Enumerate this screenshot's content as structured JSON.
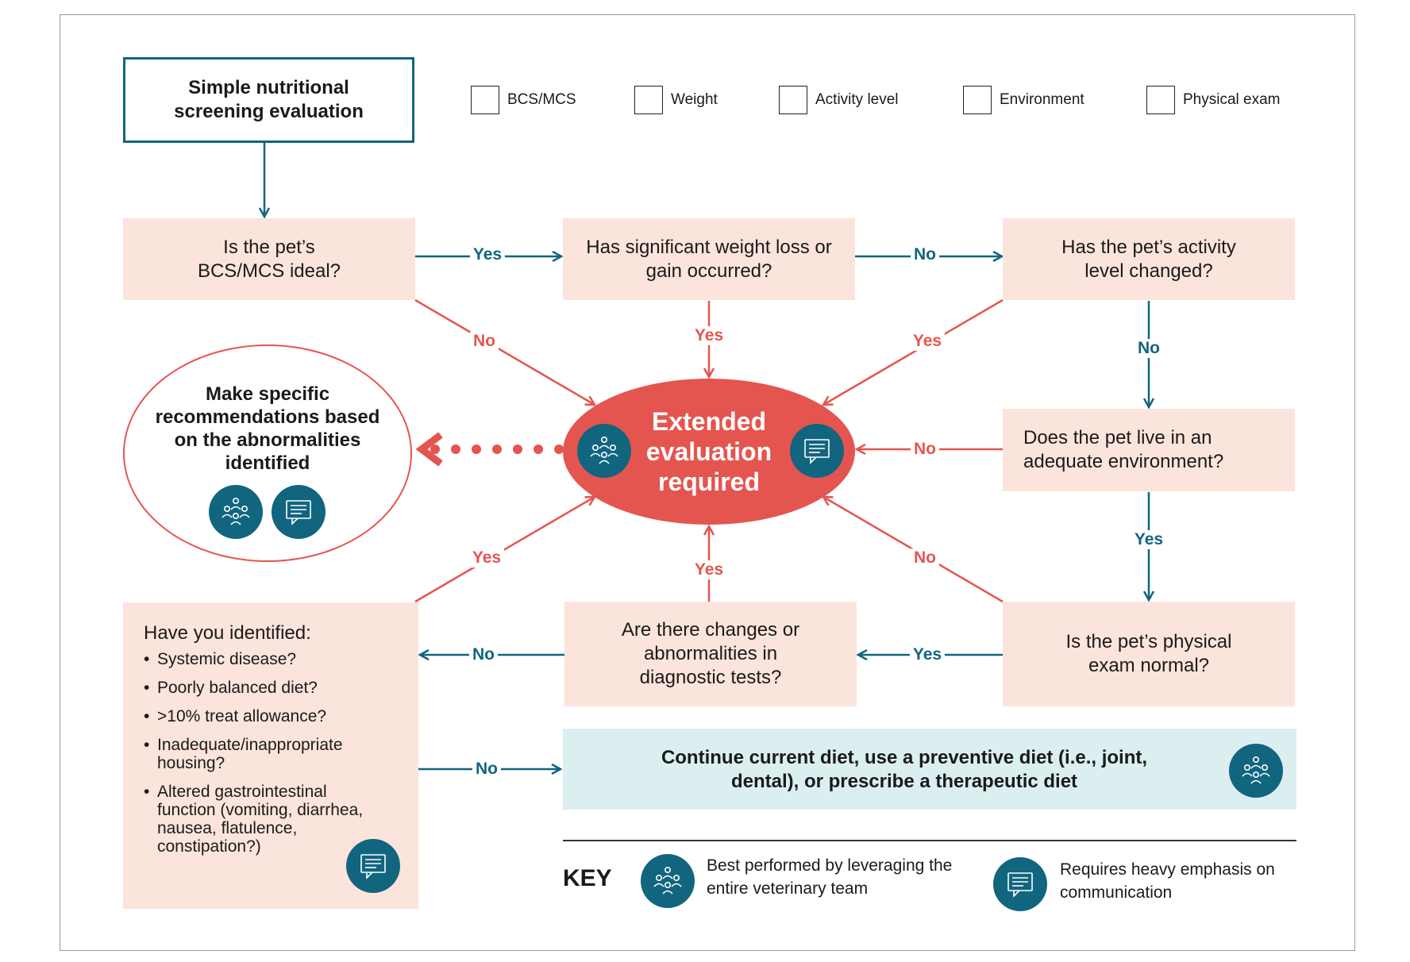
{
  "colors": {
    "teal": "#11657f",
    "red": "#e5554f",
    "pink": "#fbe4dc",
    "light_teal": "#dbeff0"
  },
  "start": {
    "text": "Simple nutritional screening evaluation"
  },
  "checklist": [
    "BCS/MCS",
    "Weight",
    "Activity level",
    "Environment",
    "Physical exam"
  ],
  "questions": {
    "bcs": "Is the pet’s BCS/MCS ideal?",
    "weight": "Has significant weight loss or gain occurred?",
    "activity": "Has the pet’s activity level changed?",
    "environment": "Does the pet live in an adequate environment?",
    "physical": "Is the pet’s physical exam normal?",
    "diagnostic": "Are there changes or abnormalities in diagnostic tests?"
  },
  "center": {
    "text": "Extended evaluation required"
  },
  "recommendations": {
    "text": "Make specific recommendations based on the abnormalities identified"
  },
  "identified": {
    "heading": "Have you identified:",
    "items": [
      "Systemic disease?",
      "Poorly balanced diet?",
      ">10% treat allowance?",
      "Inadequate/inappropriate housing?",
      "Altered gastrointestinal function (vomiting, diarrhea, nausea, flatulence, constipation?)"
    ]
  },
  "continue": {
    "text": "Continue current diet, use a preventive diet (i.e., joint, dental), or prescribe a therapeutic diet"
  },
  "edges": {
    "bcs_to_weight": "Yes",
    "weight_to_activity": "No",
    "bcs_to_center": "No",
    "weight_to_center": "Yes",
    "activity_to_center": "Yes",
    "activity_to_environment": "No",
    "environment_to_center": "No",
    "environment_to_physical": "Yes",
    "physical_to_center": "No",
    "physical_to_diagnostic": "Yes",
    "diagnostic_to_center": "Yes",
    "diagnostic_to_identified": "No",
    "identified_to_center": "Yes",
    "identified_to_continue": "No"
  },
  "key": {
    "title": "KEY",
    "team": "Best performed by leveraging the entire veterinary team",
    "communication": "Requires heavy emphasis on communication"
  },
  "icons": {
    "team": "team-icon",
    "communication": "speech-bubble-icon"
  }
}
